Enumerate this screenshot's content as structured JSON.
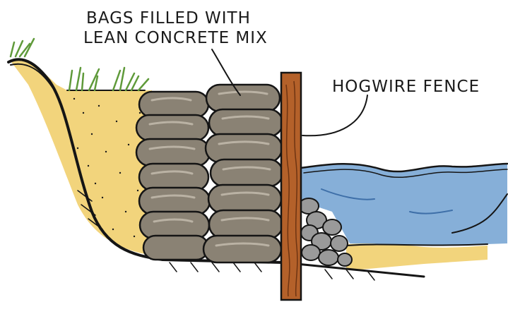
{
  "labels": {
    "bags": [
      "BAGS FILLED WITH",
      "LEAN CONCRETE MIX"
    ],
    "fence": "HOGWIRE FENCE"
  },
  "colors": {
    "sand": "#f2d47c",
    "bag": "#8a8274",
    "bag_highlight": "#b7afa0",
    "post": "#b4612a",
    "water": "#86afd8",
    "rock": "#9a9a9a",
    "grass": "#5f9a3a",
    "ink": "#151515"
  }
}
